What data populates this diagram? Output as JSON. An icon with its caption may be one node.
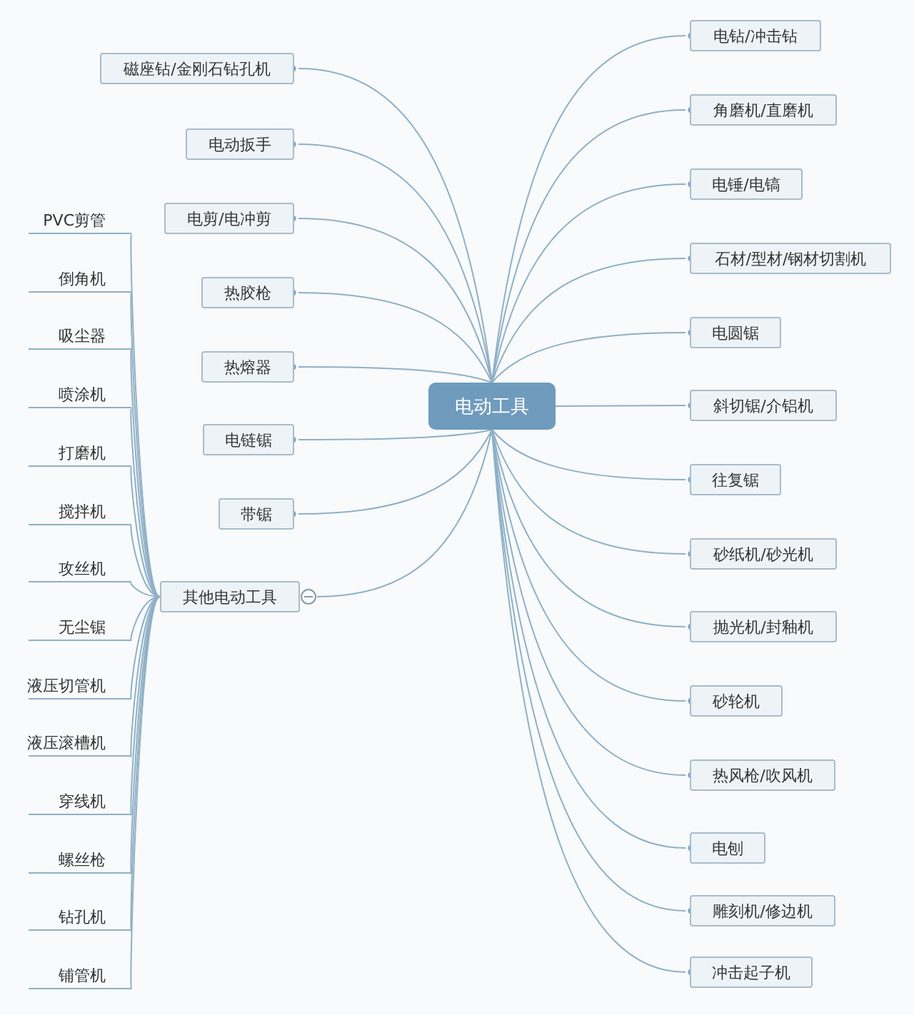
{
  "diagram": {
    "nodes": [
      {
        "text": [
          "电动工具"
        ]
      },
      {
        "text": [
          "电钻/冲击钻"
        ]
      },
      {
        "text": [
          "角磨机/直磨机"
        ]
      },
      {
        "text": [
          "电锤/电镐"
        ]
      },
      {
        "text": [
          "石材/型材/钢材切割机"
        ]
      },
      {
        "text": [
          "电圆锯"
        ]
      },
      {
        "text": [
          "斜切锯/介铝机"
        ]
      },
      {
        "text": [
          "往复锯"
        ]
      },
      {
        "text": [
          "砂纸机/砂光机"
        ]
      },
      {
        "text": [
          "抛光机/封釉机"
        ]
      },
      {
        "text": [
          "砂轮机"
        ]
      },
      {
        "text": [
          "热风枪/吹风机"
        ]
      },
      {
        "text": [
          "电刨"
        ]
      },
      {
        "text": [
          "雕刻机/修边机"
        ]
      },
      {
        "text": [
          "冲击起子机"
        ]
      },
      {
        "text": [
          "磁座钻/金刚石钻孔机"
        ]
      },
      {
        "text": [
          "电动扳手"
        ]
      },
      {
        "text": [
          "电剪/电冲剪"
        ]
      },
      {
        "text": [
          "热胶枪"
        ]
      },
      {
        "text": [
          "热熔器"
        ]
      },
      {
        "text": [
          "电链锯"
        ]
      },
      {
        "text": [
          "带锯"
        ]
      },
      {
        "text": [
          "其他电动工具"
        ]
      },
      {
        "text": [
          "PVC剪管"
        ]
      },
      {
        "text": [
          "倒角机"
        ]
      },
      {
        "text": [
          "吸尘器"
        ]
      },
      {
        "text": [
          "喷涂机"
        ]
      },
      {
        "text": [
          "打磨机"
        ]
      },
      {
        "text": [
          "搅拌机"
        ]
      },
      {
        "text": [
          "攻丝机"
        ]
      },
      {
        "text": [
          "无尘锯"
        ]
      },
      {
        "text": [
          "液压切管机"
        ]
      },
      {
        "text": [
          "液压滚槽机"
        ]
      },
      {
        "text": [
          "穿线机"
        ]
      },
      {
        "text": [
          "螺丝枪"
        ]
      },
      {
        "text": [
          "钻孔机"
        ]
      },
      {
        "text": [
          "铺管机"
        ]
      }
    ],
    "edges": [
      {
        "from": 0,
        "to": 1,
        "arrow": "other"
      },
      {
        "from": 0,
        "to": 2,
        "arrow": "other"
      },
      {
        "from": 0,
        "to": 3,
        "arrow": "other"
      },
      {
        "from": 0,
        "to": 4,
        "arrow": "other"
      },
      {
        "from": 0,
        "to": 5,
        "arrow": "other"
      },
      {
        "from": 0,
        "to": 6,
        "arrow": "other"
      },
      {
        "from": 0,
        "to": 7,
        "arrow": "other"
      },
      {
        "from": 0,
        "to": 8,
        "arrow": "other"
      },
      {
        "from": 0,
        "to": 9,
        "arrow": "other"
      },
      {
        "from": 0,
        "to": 10,
        "arrow": "other"
      },
      {
        "from": 0,
        "to": 11,
        "arrow": "other"
      },
      {
        "from": 0,
        "to": 12,
        "arrow": "other"
      },
      {
        "from": 0,
        "to": 13,
        "arrow": "other"
      },
      {
        "from": 0,
        "to": 14,
        "arrow": "other"
      },
      {
        "from": 0,
        "to": 15,
        "arrow": "other"
      },
      {
        "from": 0,
        "to": 16,
        "arrow": "other"
      },
      {
        "from": 0,
        "to": 17,
        "arrow": "other"
      },
      {
        "from": 0,
        "to": 18,
        "arrow": "other"
      },
      {
        "from": 0,
        "to": 19,
        "arrow": "other"
      },
      {
        "from": 0,
        "to": 20,
        "arrow": "other"
      },
      {
        "from": 0,
        "to": 21,
        "arrow": "other"
      },
      {
        "from": 0,
        "to": 22,
        "arrow": "none"
      },
      {
        "from": 22,
        "to": 23,
        "arrow": "none"
      },
      {
        "from": 22,
        "to": 24,
        "arrow": "none"
      },
      {
        "from": 22,
        "to": 25,
        "arrow": "none"
      },
      {
        "from": 22,
        "to": 26,
        "arrow": "none"
      },
      {
        "from": 22,
        "to": 27,
        "arrow": "none"
      },
      {
        "from": 22,
        "to": 28,
        "arrow": "none"
      },
      {
        "from": 22,
        "to": 29,
        "arrow": "none"
      },
      {
        "from": 22,
        "to": 30,
        "arrow": "none"
      },
      {
        "from": 22,
        "to": 31,
        "arrow": "none"
      },
      {
        "from": 22,
        "to": 32,
        "arrow": "none"
      },
      {
        "from": 22,
        "to": 33,
        "arrow": "none"
      },
      {
        "from": 22,
        "to": 34,
        "arrow": "none"
      },
      {
        "from": 22,
        "to": 35,
        "arrow": "none"
      },
      {
        "from": 22,
        "to": 36,
        "arrow": "none"
      }
    ]
  }
}
